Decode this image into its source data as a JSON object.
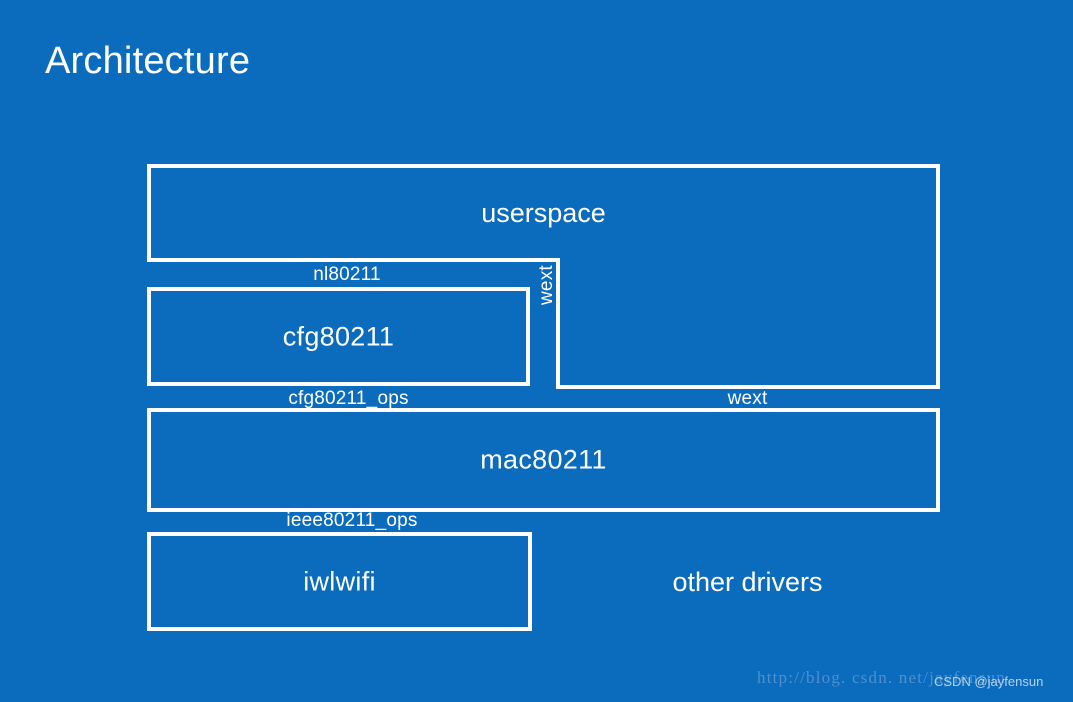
{
  "slide": {
    "title": "Architecture",
    "background_color": "#0b6cbe",
    "foreground_color": "#ffffff"
  },
  "diagram": {
    "type": "block-diagram",
    "description": "Linux wireless (802.11) subsystem architecture stack",
    "boxes": [
      {
        "id": "userspace",
        "label": "userspace"
      },
      {
        "id": "cfg80211",
        "label": "cfg80211"
      },
      {
        "id": "mac80211",
        "label": "mac80211"
      },
      {
        "id": "iwlwifi",
        "label": "iwlwifi"
      }
    ],
    "plain_labels": [
      {
        "id": "other-drivers",
        "label": "other drivers"
      }
    ],
    "connectors": [
      {
        "id": "nl80211",
        "label": "nl80211",
        "from": "userspace",
        "to": "cfg80211"
      },
      {
        "id": "wext-vertical",
        "label": "wext",
        "from": "userspace",
        "to": "mac80211",
        "orientation": "vertical"
      },
      {
        "id": "cfg80211-ops",
        "label": "cfg80211_ops",
        "from": "cfg80211",
        "to": "mac80211"
      },
      {
        "id": "wext-right",
        "label": "wext",
        "from": "userspace",
        "to": "mac80211"
      },
      {
        "id": "ieee80211-ops",
        "label": "ieee80211_ops",
        "from": "mac80211",
        "to": "iwlwifi"
      }
    ]
  },
  "watermarks": {
    "url": "http://blog. csdn. net/jayfensun",
    "csdn": "CSDN @jayfensun"
  }
}
